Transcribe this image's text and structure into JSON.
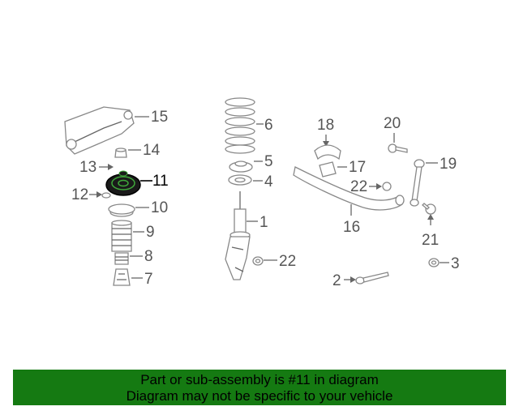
{
  "diagram": {
    "callouts": {
      "c1": "1",
      "c2": "2",
      "c3": "3",
      "c4": "4",
      "c5": "5",
      "c6": "6",
      "c7": "7",
      "c8": "8",
      "c9": "9",
      "c10": "10",
      "c11": "11",
      "c12": "12",
      "c13": "13",
      "c14": "14",
      "c15": "15",
      "c16": "16",
      "c17": "17",
      "c18": "18",
      "c19": "19",
      "c20": "20",
      "c21": "21",
      "c22a": "22",
      "c22b": "22"
    },
    "highlight_color": "#000000",
    "line_color": "#666666"
  },
  "banner": {
    "line1": "Part or sub-assembly is #11 in diagram",
    "line2": "Diagram may not be specific to your vehicle",
    "background": "#157a12"
  }
}
